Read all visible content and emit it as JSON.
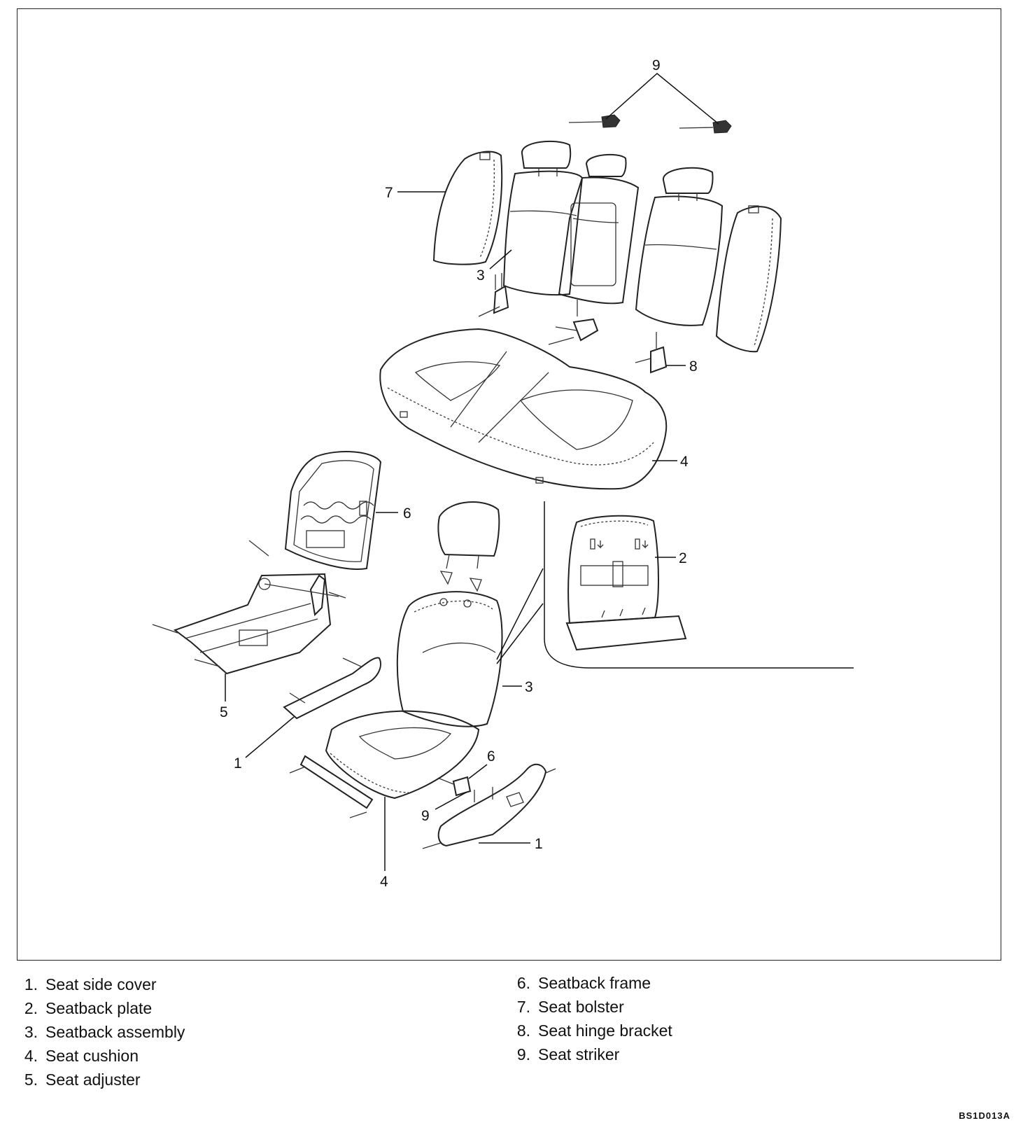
{
  "diagram": {
    "callouts": {
      "c9_top": "9",
      "c7": "7",
      "c3_top": "3",
      "c8": "8",
      "c4_top": "4",
      "c6_frame": "6",
      "c2": "2",
      "c3_front": "3",
      "c5": "5",
      "c1_left": "1",
      "c6_small": "6",
      "c9_bottom": "9",
      "c1_right": "1",
      "c4_bottom": "4"
    }
  },
  "legend": {
    "left": [
      {
        "num": "1.",
        "label": "Seat side cover"
      },
      {
        "num": "2.",
        "label": "Seatback plate"
      },
      {
        "num": "3.",
        "label": "Seatback assembly"
      },
      {
        "num": "4.",
        "label": "Seat cushion"
      },
      {
        "num": "5.",
        "label": "Seat adjuster"
      }
    ],
    "right": [
      {
        "num": "6.",
        "label": "Seatback frame"
      },
      {
        "num": "7.",
        "label": "Seat bolster"
      },
      {
        "num": "8.",
        "label": "Seat hinge bracket"
      },
      {
        "num": "9.",
        "label": "Seat striker"
      }
    ]
  },
  "figure_code": "BS1D013A"
}
